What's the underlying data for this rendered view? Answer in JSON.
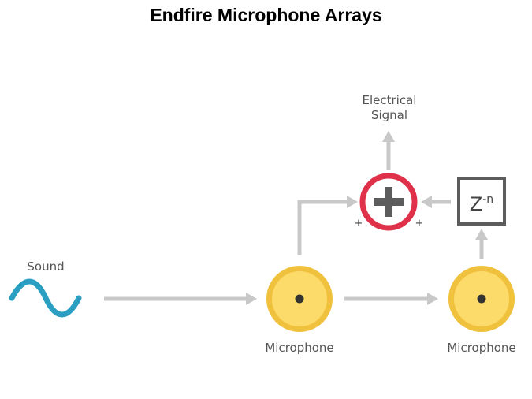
{
  "title": "Endfire Microphone Arrays",
  "labels": {
    "output_line1": "Electrical",
    "output_line2": "Signal",
    "sound": "Sound",
    "mic1": "Microphone",
    "mic2": "Microphone",
    "plus_left": "+",
    "plus_right": "+",
    "delay_base": "Z",
    "delay_exp": "-n"
  },
  "colors": {
    "arrow": "#c8c8c8",
    "mic_outer": "#efc13d",
    "mic_inner": "#fddb6a",
    "summer_ring": "#e0314a",
    "summer_cross": "#5c5c5c",
    "sound_wave": "#2a9fc1",
    "delay_box": "#5c5c5c"
  },
  "icons": {
    "sound": "sine-wave-icon",
    "microphone": "microphone-circle-icon",
    "summer": "plus-circle-icon",
    "delay": "delay-box-icon"
  }
}
